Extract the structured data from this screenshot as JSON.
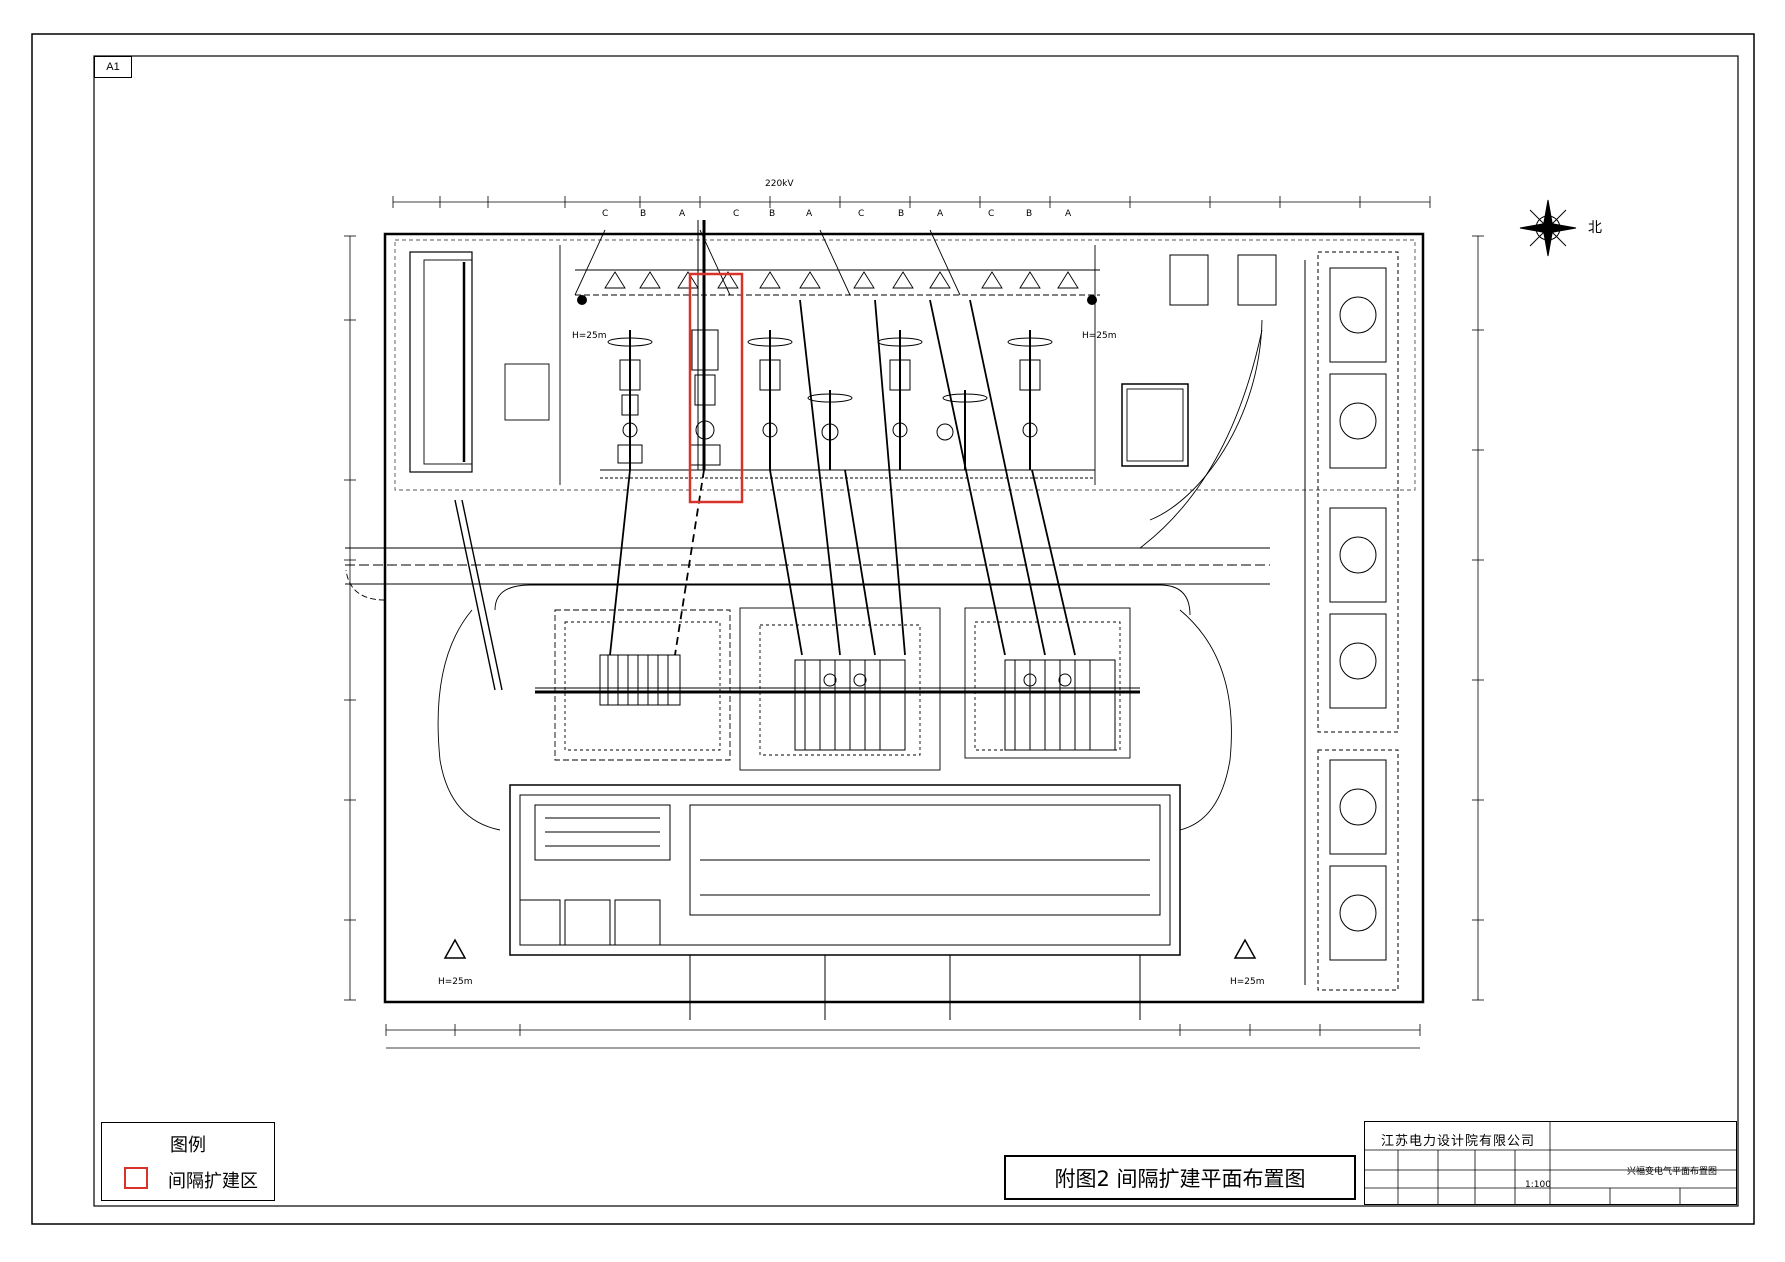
{
  "sheet": {
    "size_tag": "A1"
  },
  "plan": {
    "feeder_note": "220kV",
    "tower_labels": [
      "H=25m",
      "H=25m",
      "H=25m",
      "H=25m"
    ],
    "phase_labels": [
      "C",
      "B",
      "A",
      "C",
      "B",
      "A",
      "C",
      "B",
      "A",
      "C",
      "B",
      "A"
    ],
    "north_label": "北"
  },
  "legend": {
    "title": "图例",
    "items": [
      {
        "label": "间隔扩建区",
        "color": "#d8332a"
      }
    ]
  },
  "caption": "附图2 间隔扩建平面布置图",
  "title_block": {
    "company": "江苏电力设计院有限公司",
    "drawing_name": "兴福变电气平面布置图",
    "scale": "1:100"
  }
}
